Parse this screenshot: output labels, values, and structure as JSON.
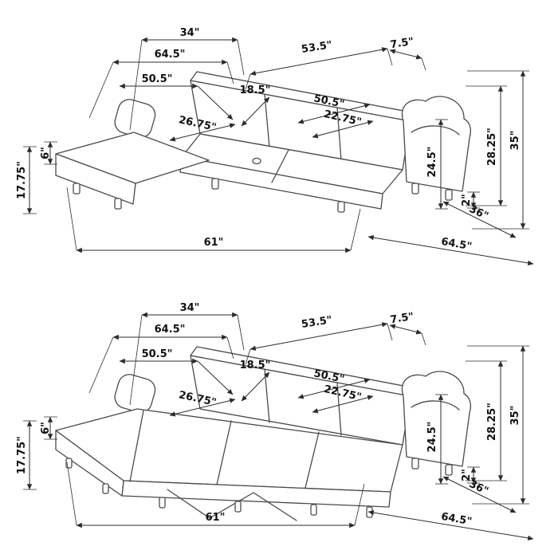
{
  "colors": {
    "background": "#ffffff",
    "line_art": "#4a4a4a",
    "dimension_lines": "#2b2b2b",
    "label_text": "#111111"
  },
  "dimension_labels": {
    "width_34": "34\"",
    "width_64_5": "64.5\"",
    "depth_50_5": "50.5\"",
    "width_53_5": "53.5\"",
    "width_7_5": "7.5\"",
    "depth_18_5": "18.5\"",
    "seat_50_5": "50.5\"",
    "seat_22_75": "22.75\"",
    "chaise_26_75": "26.75\"",
    "height_6": "6\"",
    "height_17_75": "17.75\"",
    "height_35": "35\"",
    "height_28_25": "28.25\"",
    "height_24_5": "24.5\"",
    "leg_2": "2\"",
    "depth_36": "36\"",
    "length_61": "61\"",
    "length_64_5": "64.5\""
  }
}
